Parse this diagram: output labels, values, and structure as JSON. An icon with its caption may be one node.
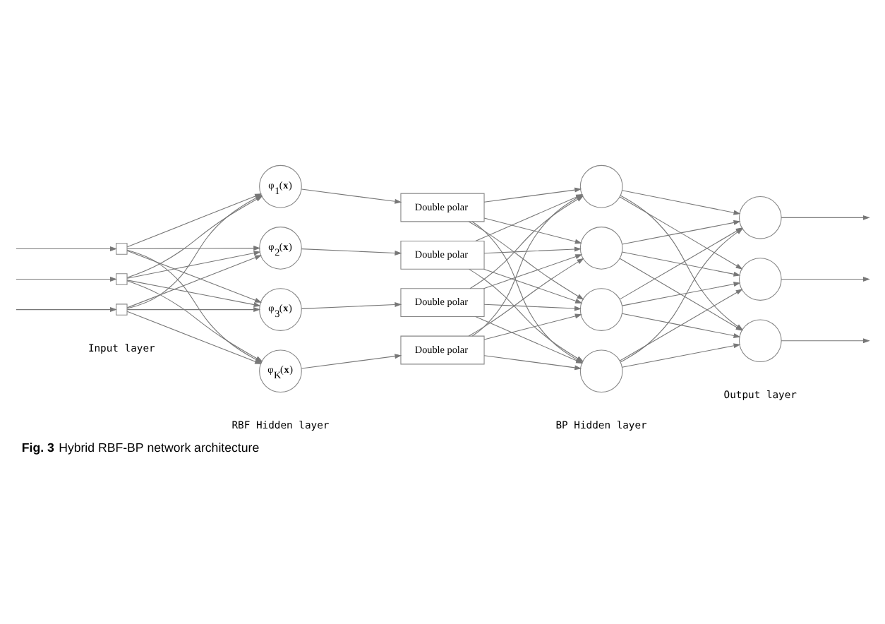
{
  "diagram": {
    "caption": "**Fig. 3** Hybrid RBF-BP network architecture",
    "nodes": [
      {
        "text": [],
        "shape": "box"
      },
      {
        "text": [],
        "shape": "box"
      },
      {
        "text": [],
        "shape": "box"
      },
      {
        "text": [
          "φ$_{1}$(**x**)"
        ]
      },
      {
        "text": [
          "φ$_{2}$(**x**)"
        ]
      },
      {
        "text": [
          "φ$_{3}$(**x**)"
        ]
      },
      {
        "text": [
          "φ$_{K}$(**x**)"
        ]
      },
      {
        "text": [
          "Double polar"
        ]
      },
      {
        "text": [
          "Double polar"
        ]
      },
      {
        "text": [
          "Double polar"
        ]
      },
      {
        "text": [
          "Double polar"
        ]
      },
      {
        "text": [],
        "shape": "circle"
      },
      {
        "text": [],
        "shape": "circle"
      },
      {
        "text": [],
        "shape": "circle"
      },
      {
        "text": [],
        "shape": "circle"
      },
      {
        "text": [],
        "shape": "circle"
      },
      {
        "text": [],
        "shape": "circle"
      },
      {
        "text": [],
        "shape": "circle"
      }
    ],
    "edges": [
      {
        "from": null,
        "to": 0,
        "arrow": "to"
      },
      {
        "from": null,
        "to": 1,
        "arrow": "to"
      },
      {
        "from": null,
        "to": 2,
        "arrow": "to"
      },
      {
        "from": 0,
        "to": 3,
        "arrow": "to"
      },
      {
        "from": 0,
        "to": 4,
        "arrow": "to"
      },
      {
        "from": 0,
        "to": 5,
        "arrow": "to"
      },
      {
        "from": 0,
        "to": 6,
        "arrow": "to"
      },
      {
        "from": 1,
        "to": 3,
        "arrow": "to"
      },
      {
        "from": 1,
        "to": 4,
        "arrow": "to"
      },
      {
        "from": 1,
        "to": 5,
        "arrow": "to"
      },
      {
        "from": 1,
        "to": 6,
        "arrow": "to"
      },
      {
        "from": 2,
        "to": 3,
        "arrow": "to"
      },
      {
        "from": 2,
        "to": 4,
        "arrow": "to"
      },
      {
        "from": 2,
        "to": 5,
        "arrow": "to"
      },
      {
        "from": 2,
        "to": 6,
        "arrow": "to"
      },
      {
        "from": 3,
        "to": 7,
        "arrow": "to"
      },
      {
        "from": 4,
        "to": 8,
        "arrow": "to"
      },
      {
        "from": 5,
        "to": 9,
        "arrow": "to"
      },
      {
        "from": 6,
        "to": 10,
        "arrow": "to"
      },
      {
        "from": 7,
        "to": 11,
        "arrow": "to"
      },
      {
        "from": 7,
        "to": 12,
        "arrow": "to"
      },
      {
        "from": 7,
        "to": 13,
        "arrow": "to"
      },
      {
        "from": 7,
        "to": 14,
        "arrow": "to"
      },
      {
        "from": 8,
        "to": 11,
        "arrow": "to"
      },
      {
        "from": 8,
        "to": 12,
        "arrow": "to"
      },
      {
        "from": 8,
        "to": 13,
        "arrow": "to"
      },
      {
        "from": 8,
        "to": 14,
        "arrow": "to"
      },
      {
        "from": 9,
        "to": 11,
        "arrow": "to"
      },
      {
        "from": 9,
        "to": 12,
        "arrow": "to"
      },
      {
        "from": 9,
        "to": 13,
        "arrow": "to"
      },
      {
        "from": 9,
        "to": 14,
        "arrow": "to"
      },
      {
        "from": 10,
        "to": 11,
        "arrow": "to"
      },
      {
        "from": 10,
        "to": 12,
        "arrow": "to"
      },
      {
        "from": 10,
        "to": 13,
        "arrow": "to"
      },
      {
        "from": 10,
        "to": 14,
        "arrow": "to"
      },
      {
        "from": 11,
        "to": 15,
        "arrow": "to"
      },
      {
        "from": 11,
        "to": 16,
        "arrow": "to"
      },
      {
        "from": 11,
        "to": 17,
        "arrow": "to"
      },
      {
        "from": 12,
        "to": 15,
        "arrow": "to"
      },
      {
        "from": 12,
        "to": 16,
        "arrow": "to"
      },
      {
        "from": 12,
        "to": 17,
        "arrow": "to"
      },
      {
        "from": 13,
        "to": 15,
        "arrow": "to"
      },
      {
        "from": 13,
        "to": 16,
        "arrow": "to"
      },
      {
        "from": 13,
        "to": 17,
        "arrow": "to"
      },
      {
        "from": 14,
        "to": 15,
        "arrow": "to"
      },
      {
        "from": 14,
        "to": 16,
        "arrow": "to"
      },
      {
        "from": 14,
        "to": 17,
        "arrow": "to"
      },
      {
        "from": 15,
        "to": null,
        "arrow": "to"
      },
      {
        "from": 16,
        "to": null,
        "arrow": "to"
      },
      {
        "from": 17,
        "to": null,
        "arrow": "to"
      }
    ],
    "labels": [
      "Input layer",
      "RBF Hidden layer",
      "BP Hidden layer",
      "Output layer"
    ]
  }
}
